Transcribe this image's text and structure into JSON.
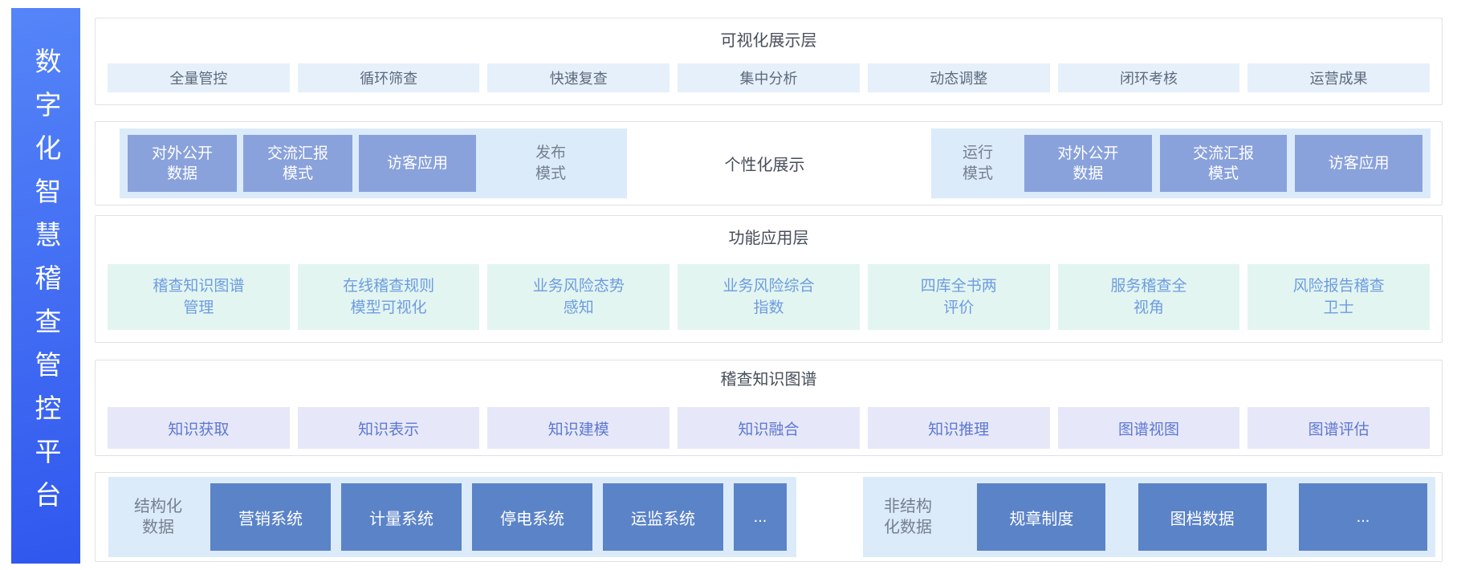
{
  "platform_title": "数字化智慧稽查管控平台",
  "colors": {
    "sidebar_top": "#5585f8",
    "sidebar_bottom": "#3057ee",
    "box_border": "#e1e1e5",
    "title_text": "#474e5a",
    "viz_item_bg": "#e6f0fa",
    "viz_item_text": "#5c6a7d",
    "group_bg": "#dcebf9",
    "mode_box_bg": "#8aa2db",
    "group_label_text": "#76808f",
    "function_item_bg": "#e3f5f1",
    "function_item_text": "#6d9ce0",
    "knowledge_item_bg": "#e6e8f9",
    "knowledge_item_text": "#5e78d2",
    "source_box_bg": "#5b83c8",
    "box_text": "#ffffff"
  },
  "layers": {
    "visualization": {
      "title": "可视化展示层",
      "items": [
        "全量管控",
        "循环筛查",
        "快速复查",
        "集中分析",
        "动态调整",
        "闭环考核",
        "运营成果"
      ]
    },
    "display_modes": {
      "publish_group": {
        "label": "发布\n模式",
        "items": [
          "对外公开\n数据",
          "交流汇报\n模式",
          "访客应用"
        ]
      },
      "center_label": "个性化展示",
      "run_group": {
        "label": "运行\n模式",
        "items": [
          "对外公开\n数据",
          "交流汇报\n模式",
          "访客应用"
        ]
      }
    },
    "functional": {
      "title": "功能应用层",
      "items": [
        "稽查知识图谱\n管理",
        "在线稽查规则\n模型可视化",
        "业务风险态势\n感知",
        "业务风险综合\n指数",
        "四库全书两\n评价",
        "服务稽查全\n视角",
        "风险报告稽查\n卫士"
      ]
    },
    "knowledge_graph": {
      "title": "稽查知识图谱",
      "items": [
        "知识获取",
        "知识表示",
        "知识建模",
        "知识融合",
        "知识推理",
        "图谱视图",
        "图谱评估"
      ]
    },
    "data_sources": {
      "structured": {
        "label": "结构化\n数据",
        "items": [
          "营销系统",
          "计量系统",
          "停电系统",
          "运监系统",
          "..."
        ]
      },
      "unstructured": {
        "label": "非结构\n化数据",
        "items": [
          "规章制度",
          "图档数据",
          "..."
        ]
      }
    }
  }
}
